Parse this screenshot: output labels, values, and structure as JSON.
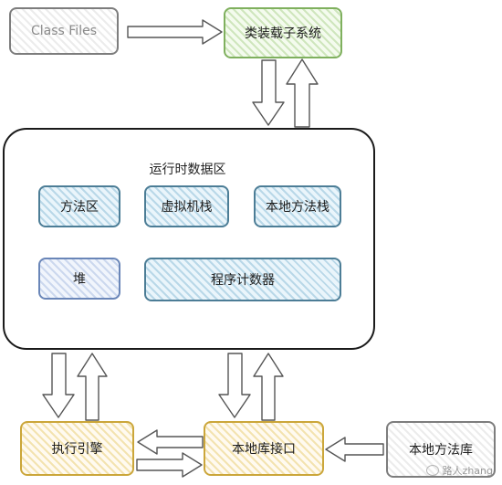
{
  "nodes": {
    "class_files": "Class Files",
    "class_loader": "类装载子系统",
    "runtime_area": "运行时数据区",
    "method_area": "方法区",
    "vm_stack": "虚拟机栈",
    "native_method_stack": "本地方法栈",
    "heap": "堆",
    "program_counter": "程序计数器",
    "execution_engine": "执行引擎",
    "native_interface": "本地库接口",
    "native_library": "本地方法库"
  },
  "watermark": "路人zhang",
  "colors": {
    "gray": "#7d7d7d",
    "green": "#7fb05e",
    "blue": "#4c7d96",
    "lavender": "#6a86b8",
    "yellow": "#cba63a",
    "outline": "#1a1a1a"
  }
}
